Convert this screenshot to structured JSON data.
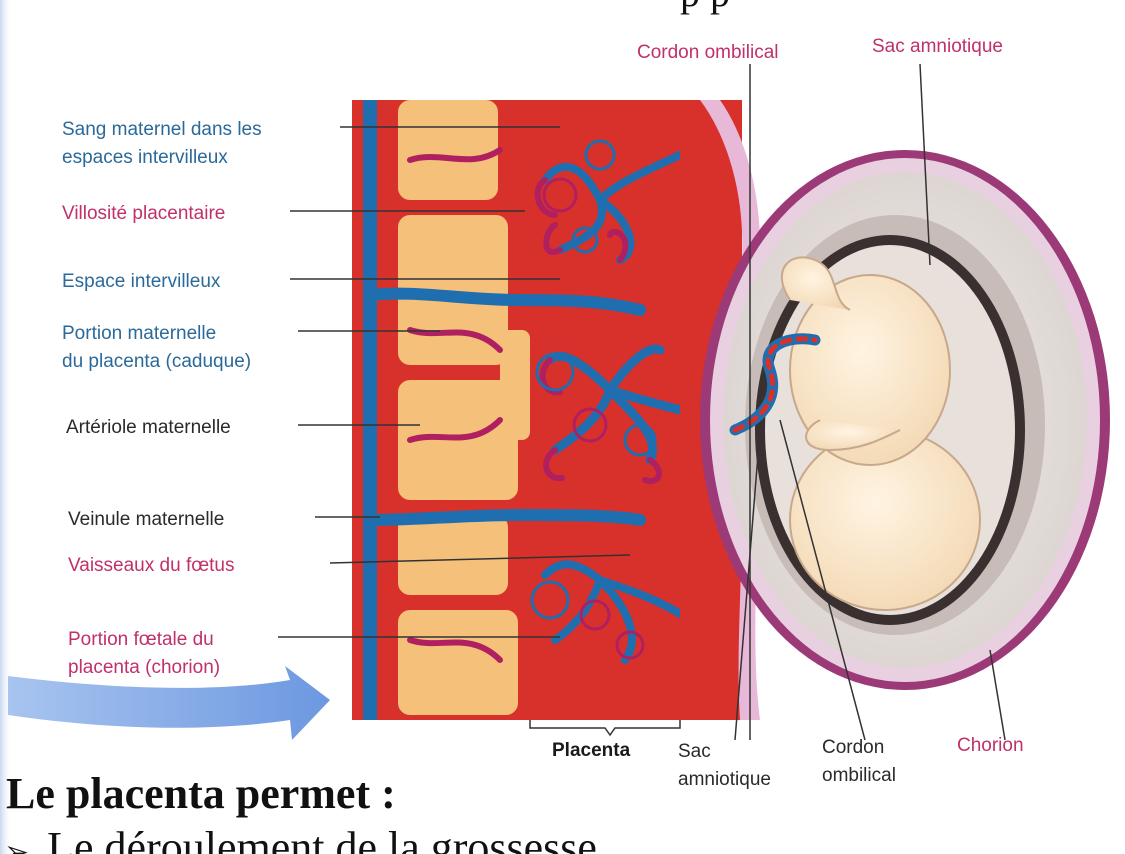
{
  "header_fragment": "p          p",
  "labels_left": [
    {
      "key": "sang",
      "lines": [
        "Sang maternel dans les",
        "espaces intervilleux"
      ],
      "color": "blue"
    },
    {
      "key": "villosite",
      "lines": [
        "Villosité placentaire"
      ],
      "color": "pink"
    },
    {
      "key": "espace",
      "lines": [
        "Espace intervilleux"
      ],
      "color": "blue"
    },
    {
      "key": "portion-mat",
      "lines": [
        "Portion maternelle",
        "du placenta (caduque)"
      ],
      "color": "blue"
    },
    {
      "key": "arteriole",
      "lines": [
        "Artériole maternelle"
      ],
      "color": "dark"
    },
    {
      "key": "veinule",
      "lines": [
        "Veinule maternelle"
      ],
      "color": "dark"
    },
    {
      "key": "vaisseaux",
      "lines": [
        "Vaisseaux du fœtus"
      ],
      "color": "pink"
    },
    {
      "key": "portion-foet",
      "lines": [
        "Portion fœtale du",
        "placenta (chorion)"
      ],
      "color": "pink"
    }
  ],
  "labels_top": {
    "cordon": "Cordon ombilical",
    "sac": "Sac amniotique"
  },
  "labels_bottom": {
    "placenta": "Placenta",
    "sac_1": "Sac",
    "sac_2": "amniotique",
    "cordon_1": "Cordon",
    "cordon_2": "ombilical",
    "chorion": "Chorion"
  },
  "heading": "Le placenta permet :",
  "bullet": "Le déroulement de la grossesse",
  "colors": {
    "maternal_red": "#d8302a",
    "placenta_tissue": "#f4c07a",
    "vessel_blue": "#1f6fb0",
    "membrane_purple": "#9c3a78",
    "fetus": "#f8e6cc",
    "background": "#ffffff"
  }
}
